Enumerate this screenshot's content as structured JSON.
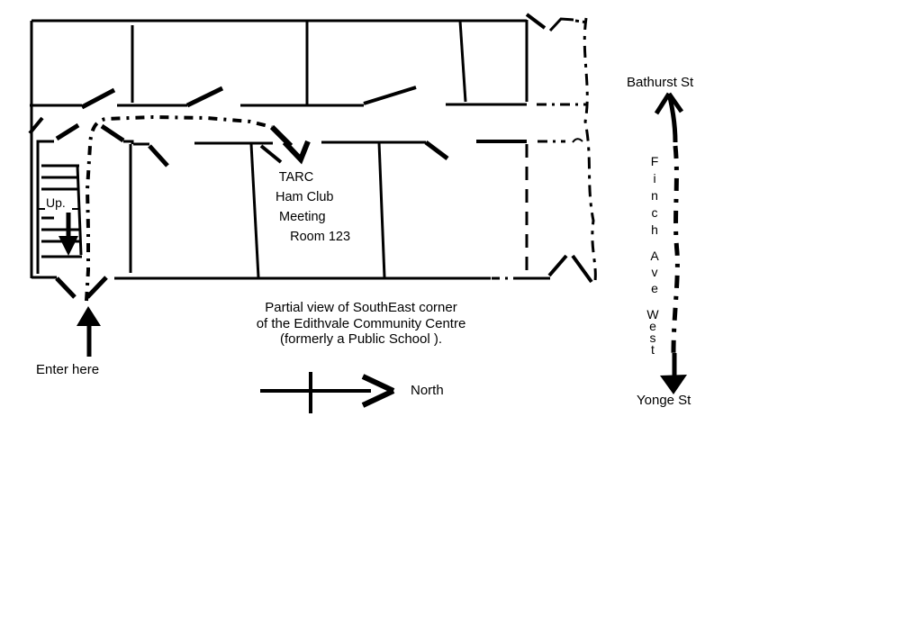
{
  "colors": {
    "ink": "#000000",
    "background": "#ffffff"
  },
  "floor_plan": {
    "stairs_label": "Up.",
    "room_label": " TARC\nHam Club\n Meeting\n    Room 123",
    "entrance_label": "Enter here"
  },
  "caption": "Partial view of SouthEast corner\nof the Edithvale Community Centre\n(formerly a Public School ).",
  "compass": {
    "label": "North"
  },
  "streets": {
    "north_end": "Bathurst St",
    "south_end": "Yonge St",
    "road_vertical": {
      "word1": "F\ni\nn\nc\nh",
      "word2": "A\nv\ne",
      "word3": "W\ne\ns\nt"
    }
  }
}
